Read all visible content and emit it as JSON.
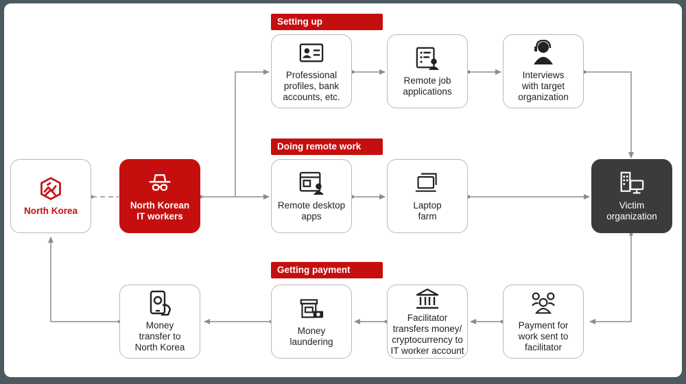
{
  "stages": {
    "setting_up": "Setting up",
    "doing_remote_work": "Doing remote work",
    "getting_payment": "Getting payment"
  },
  "nodes": {
    "north_korea": "North Korea",
    "it_workers": "North Korean\nIT workers",
    "profiles": "Professional\nprofiles, bank\naccounts, etc.",
    "job_applications": "Remote job\napplications",
    "interviews": "Interviews\nwith target\norganization",
    "remote_desktop": "Remote desktop\napps",
    "laptop_farm": "Laptop\nfarm",
    "victim": "Victim\norganization",
    "payment": "Payment for\nwork sent to\nfacilitator",
    "facilitator": "Facilitator\ntransfers money/\ncryptocurrency to\nIT worker account",
    "laundering": "Money\nlaundering",
    "transfer": "Money\ntransfer to\nNorth Korea"
  },
  "icons": {
    "north_korea": "north-korea-map-icon",
    "it_workers": "spy-hat-icon",
    "profiles": "id-card-icon",
    "job_applications": "job-application-icon",
    "interviews": "headset-person-icon",
    "remote_desktop": "remote-desktop-icon",
    "laptop_farm": "laptop-stack-icon",
    "victim": "building-computer-icon",
    "payment": "people-group-icon",
    "facilitator": "bank-icon",
    "laundering": "store-money-icon",
    "transfer": "phone-money-icon"
  },
  "colors": {
    "accent_red": "#c50f0f",
    "dark_node": "#3b3b3b",
    "connector": "#8c8c8c",
    "box_border": "#b8b8b8"
  }
}
